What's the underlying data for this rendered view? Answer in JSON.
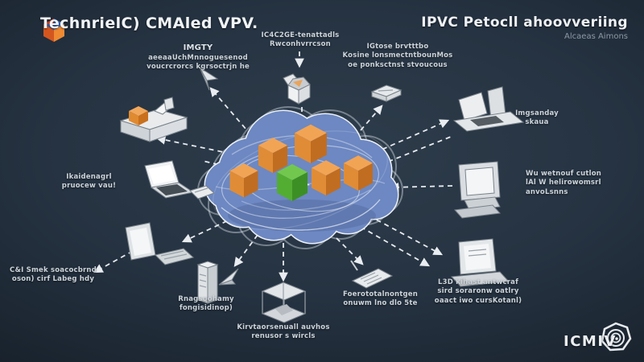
{
  "header": {
    "logo_icon": "cube-logo-icon",
    "title": "TechnrielC) CMAled VPV.",
    "right_title": "IPVC Petocll ahoovveriing",
    "right_subtitle": "Alcaeas Aimons"
  },
  "footer": {
    "brand": "ICMIV",
    "logo_icon": "swirl-badge-icon"
  },
  "colors": {
    "background": "#263342",
    "cloud_fill": "#6d88c2",
    "cloud_stroke": "#edf1f6",
    "cube_orange": "#e08c36",
    "cube_green": "#53ad33",
    "arrow": "#e6eaef"
  },
  "cloud": {
    "cube_colors": [
      "orange",
      "orange",
      "orange",
      "green",
      "orange",
      "orange"
    ]
  },
  "nodes": {
    "imgty": {
      "icon": "cursor-icon",
      "l1": "IMGTY",
      "l2": "aeeaaUchMnnoguesenod",
      "l3": "voucrcrorcs kgrsoctrjn he"
    },
    "top_center": {
      "icon": "open-box-icon",
      "l1": "IC4C2GE-tenattadls",
      "l2": "Rwconhvrrcson"
    },
    "top_right": {
      "icon": "chip-slab-icon",
      "l1": "IGtose brvtttbo",
      "l2": "Kosine lonsmectntbounMos",
      "l3": "oe ponksctnst stvoucous"
    },
    "right_top": {
      "icon": "workstation-icon",
      "l1": "Imgsanday",
      "l2": "skaua"
    },
    "right_middle": {
      "icon": "crt-monitor-icon",
      "l1": "Wu wetnouf cutlon",
      "l2": "lAl W helirowomsrl",
      "l3": "anvoLsnns"
    },
    "right_bottom": {
      "icon": "desktop-computer-icon",
      "l1": "L3D kihast antwcraf",
      "l2": "sird soraronw oatlry",
      "l3": "oaact iwo cursKotanl)"
    },
    "bottom_fax": {
      "icon": "fax-document-icon",
      "l1": "Foerototalnontgen",
      "l2": "onuwm lno dlo 5te"
    },
    "bottom_cage": {
      "icon": "wireframe-cage-icon",
      "l1": "Kirvtaorsenuall auvhos",
      "l2": "renusor s wircls"
    },
    "bottom_server": {
      "icon": "server-tower-icon",
      "l1": "Rnagsoohamy",
      "l2": "fongisidinop)"
    },
    "left_bottom": {
      "icon": "laptop-icon",
      "l1": "C&I Smek soacocbrnd",
      "l2": "oson) cirf Labeg hdy"
    },
    "left_middle": {
      "icon": "laptop-tablet-icon",
      "l1": "Ikaidenagrl",
      "l2": "pruocew vau!"
    },
    "left_top": {
      "icon": "printer-icon"
    }
  }
}
